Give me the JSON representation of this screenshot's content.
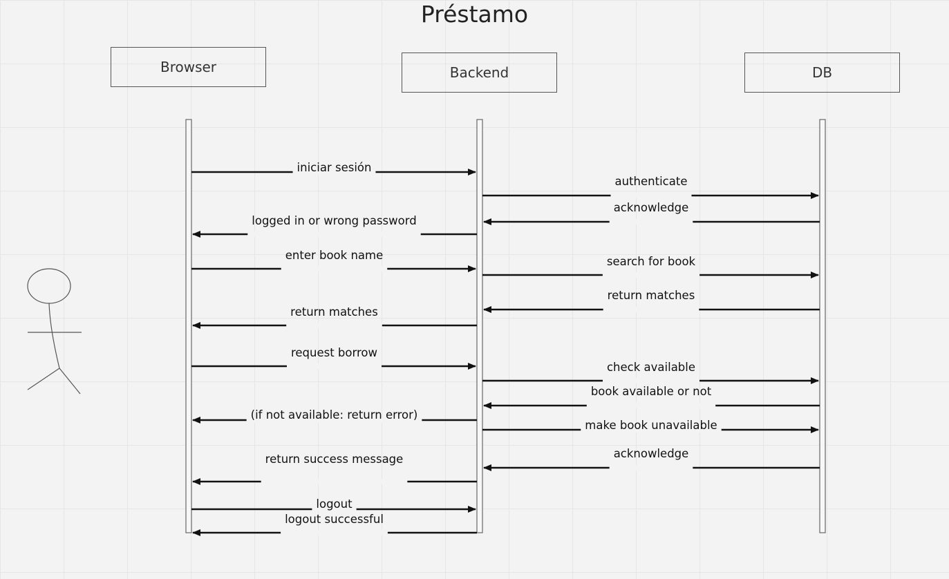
{
  "title": "Préstamo",
  "participants": [
    {
      "id": "browser",
      "label": "Browser"
    },
    {
      "id": "backend",
      "label": "Backend"
    },
    {
      "id": "db",
      "label": "DB"
    }
  ],
  "messages": [
    {
      "from": "browser",
      "to": "backend",
      "label": "iniciar sesión"
    },
    {
      "from": "backend",
      "to": "db",
      "label": "authenticate"
    },
    {
      "from": "db",
      "to": "backend",
      "label": "acknowledge"
    },
    {
      "from": "backend",
      "to": "browser",
      "label": "logged in or wrong password"
    },
    {
      "from": "browser",
      "to": "backend",
      "label": "enter book name"
    },
    {
      "from": "backend",
      "to": "db",
      "label": "search for book"
    },
    {
      "from": "db",
      "to": "backend",
      "label": "return matches"
    },
    {
      "from": "backend",
      "to": "browser",
      "label": "return matches"
    },
    {
      "from": "browser",
      "to": "backend",
      "label": "request borrow"
    },
    {
      "from": "backend",
      "to": "db",
      "label": "check available"
    },
    {
      "from": "db",
      "to": "backend",
      "label": "book available or not"
    },
    {
      "from": "backend",
      "to": "browser",
      "label": "(if not available: return error)"
    },
    {
      "from": "backend",
      "to": "db",
      "label": "make book unavailable"
    },
    {
      "from": "db",
      "to": "backend",
      "label": "acknowledge"
    },
    {
      "from": "backend",
      "to": "browser",
      "label": "return success message"
    },
    {
      "from": "browser",
      "to": "backend",
      "label": "logout"
    },
    {
      "from": "backend",
      "to": "browser",
      "label": "logout successful"
    }
  ]
}
